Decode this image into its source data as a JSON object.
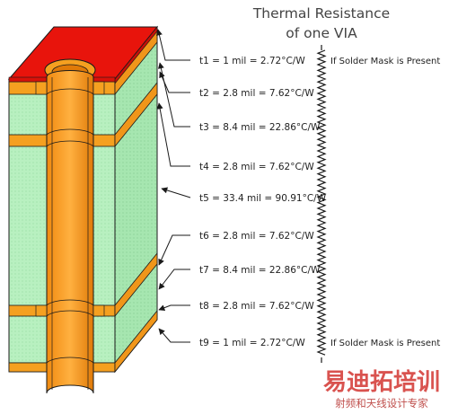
{
  "title": {
    "line1": "Thermal Resistance",
    "line2": "of one VIA"
  },
  "layers": [
    {
      "id": "t1",
      "label": "t1 = 1 mil   = 2.72°C/W",
      "note": "If Solder Mask is Present",
      "kind": "mask"
    },
    {
      "id": "t2",
      "label": "t2 = 2.8 mil  = 7.62°C/W",
      "note": "",
      "kind": "copper"
    },
    {
      "id": "t3",
      "label": "t3 = 8.4 mil  = 22.86°C/W",
      "note": "",
      "kind": "dielectric"
    },
    {
      "id": "t4",
      "label": "t4 = 2.8 mil  = 7.62°C/W",
      "note": "",
      "kind": "copper"
    },
    {
      "id": "t5",
      "label": "t5 = 33.4 mil = 90.91°C/W",
      "note": "",
      "kind": "dielectric"
    },
    {
      "id": "t6",
      "label": "t6 = 2.8 mil  = 7.62°C/W",
      "note": "",
      "kind": "copper"
    },
    {
      "id": "t7",
      "label": "t7 = 8.4 mil = 22.86°C/W",
      "note": "",
      "kind": "dielectric"
    },
    {
      "id": "t8",
      "label": "t8 = 2.8 mil  = 7.62°C/W",
      "note": "",
      "kind": "copper"
    },
    {
      "id": "t9",
      "label": "t9 = 1 mil   = 2.72°C/W",
      "note": "If Solder Mask is Present",
      "kind": "mask"
    }
  ],
  "watermark": {
    "text": "易迪拓培训",
    "subtext": "射频和天线设计专家"
  },
  "colors": {
    "solder_mask": "#e8140c",
    "copper": "#f5a020",
    "dielectric": "#b8f0c0",
    "outline": "#1a1a1a",
    "watermark": "#d9534f"
  }
}
